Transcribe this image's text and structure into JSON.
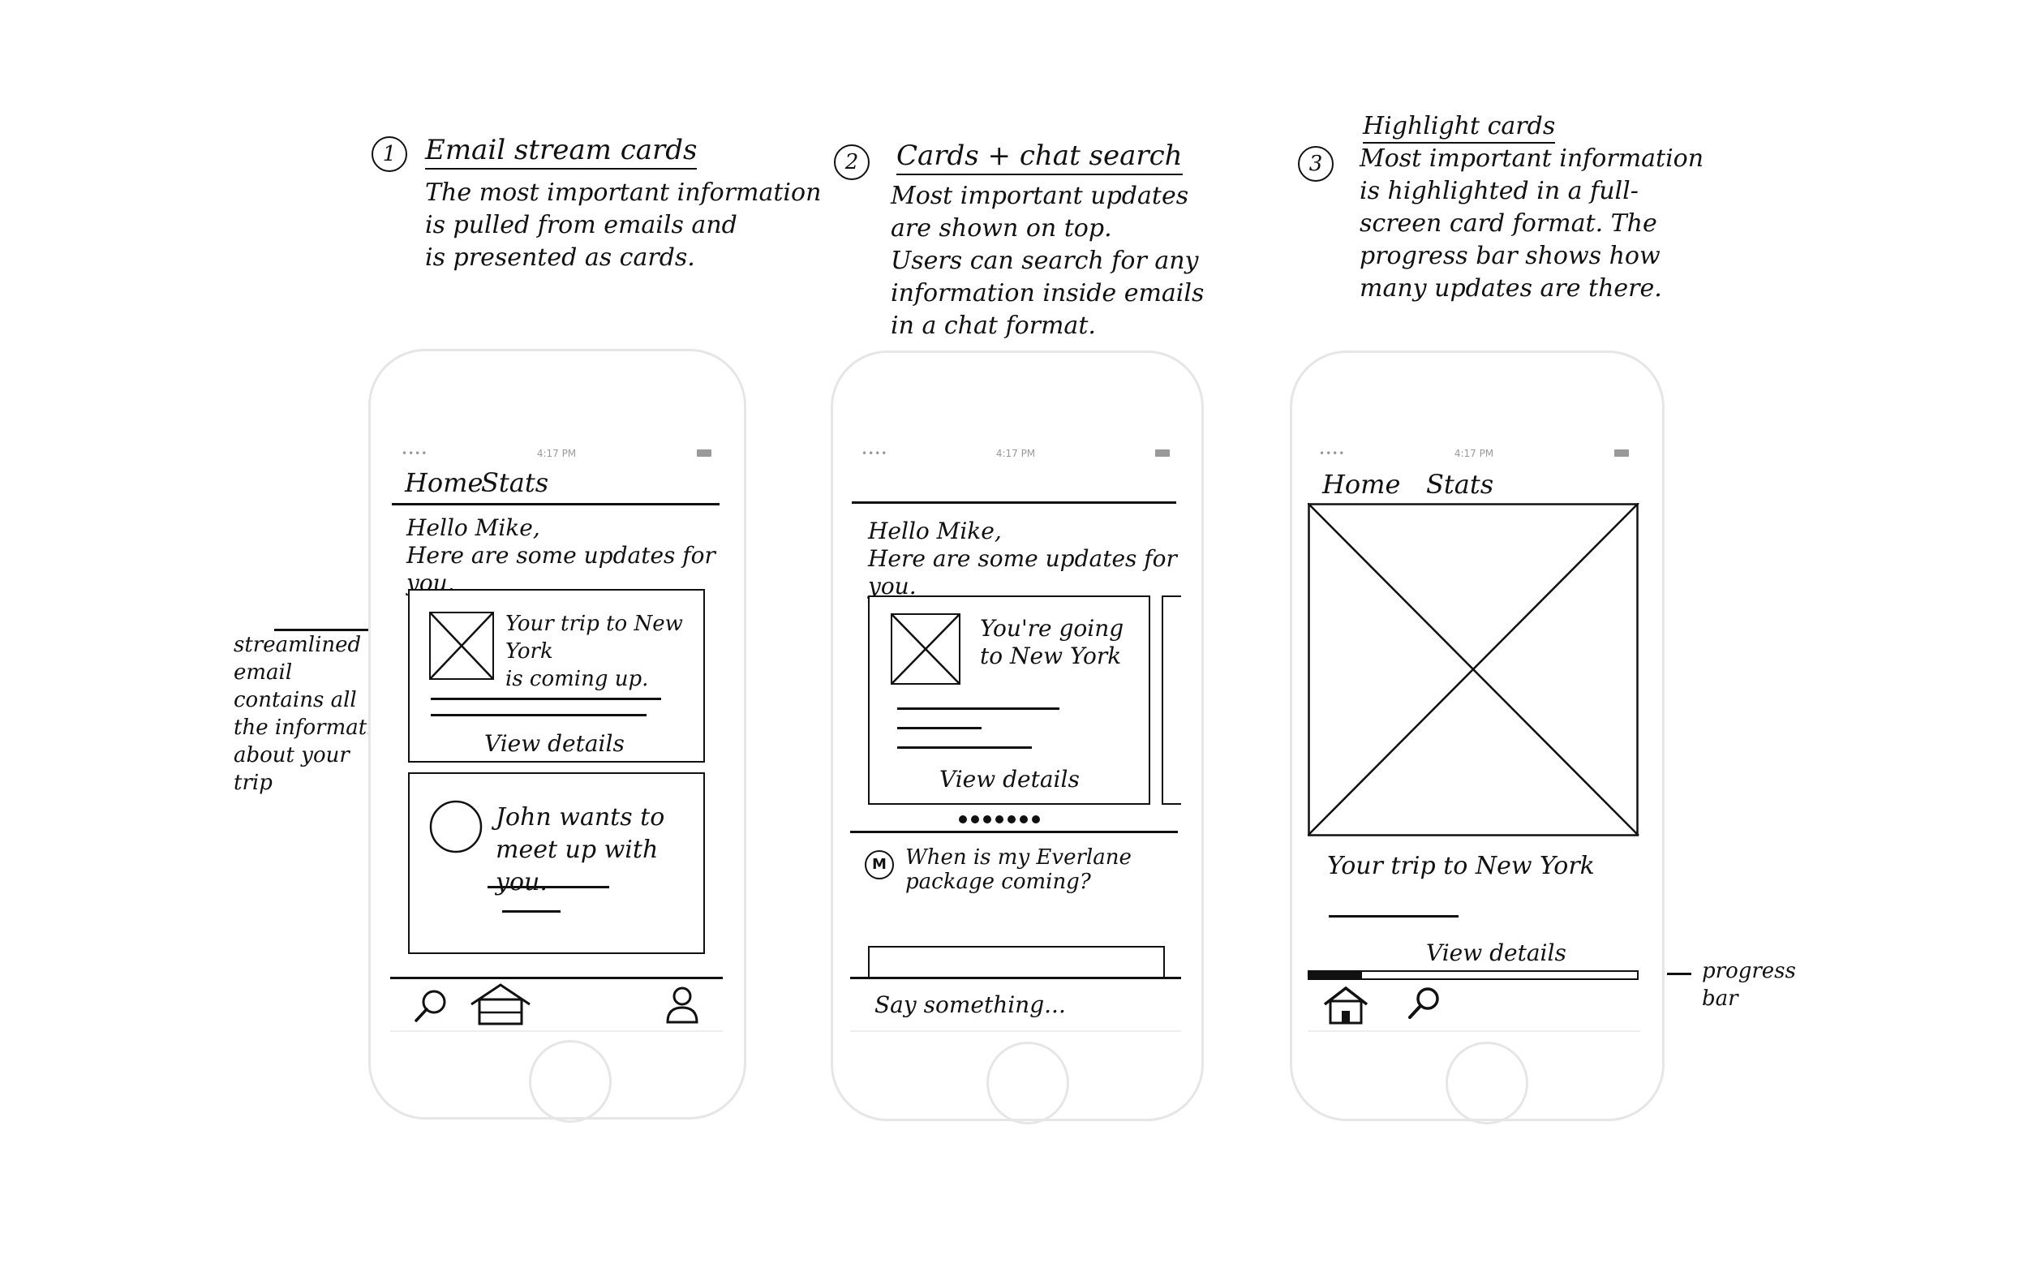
{
  "concepts": [
    {
      "number": "1",
      "title": "Email stream cards",
      "description": "The most important information\nis pulled from emails and\nis presented as cards."
    },
    {
      "number": "2",
      "title": "Cards + chat search",
      "description": "Most important updates\nare shown on top.\nUsers can search for any\ninformation inside emails\nin a chat format."
    },
    {
      "number": "3",
      "title": "Highlight cards",
      "description": "Most important information\nis highlighted in a full-\nscreen card format. The\nprogress bar shows how\nmany updates are there."
    }
  ],
  "side_notes": {
    "streamlined": "streamlined\nemail\ncontains all\nthe information\nabout your\ntrip",
    "progress_bar": "progress\nbar"
  },
  "status_bar": {
    "dots": "••••",
    "time": "4:17 PM"
  },
  "phone1": {
    "nav": [
      "Home",
      "Stats"
    ],
    "greeting": "Hello Mike,\nHere are some updates for you.",
    "card1_text": "Your trip to New York\nis coming up.",
    "card1_link": "View details",
    "card2_text": "John wants to\nmeet up with you.",
    "icons": [
      "search-icon",
      "home-icon",
      "user-icon"
    ]
  },
  "phone2": {
    "greeting": "Hello Mike,\nHere are some updates for you.",
    "card_text": "You're going\nto New York",
    "card_link": "View details",
    "chat_avatar": "M",
    "chat_message": "When is my Everlane\npackage coming?",
    "input_placeholder": "Say something..."
  },
  "phone3": {
    "nav": [
      "Home",
      "Stats"
    ],
    "card_title": "Your trip to New York",
    "card_link": "View details",
    "progress_fraction": 0.16,
    "icons": [
      "home-icon",
      "search-icon"
    ]
  }
}
